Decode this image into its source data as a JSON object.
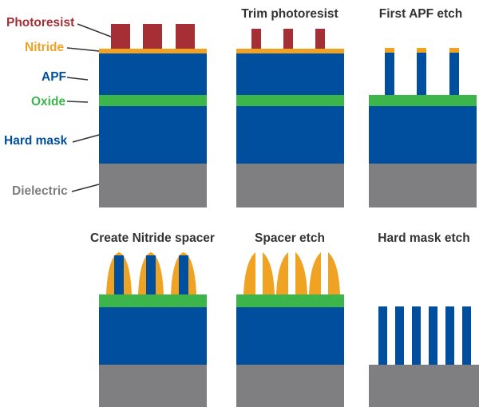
{
  "colors": {
    "photoresist": "#a62f36",
    "nitride": "#f0a223",
    "apf": "#004f9f",
    "oxide": "#3cb54b",
    "hard_mask": "#004f9f",
    "dielectric": "#7f7f81",
    "title_text": "#333333"
  },
  "layer_labels": {
    "photoresist": "Photoresist",
    "nitride": "Nitride",
    "apf": "APF",
    "oxide": "Oxide",
    "hard_mask": "Hard mask",
    "dielectric": "Dielectric"
  },
  "panels": {
    "initial_stack": {
      "title": ""
    },
    "trim_photoresist": {
      "title": "Trim photoresist"
    },
    "first_apf_etch": {
      "title": "First APF etch"
    },
    "create_nitride_spacer": {
      "title": "Create Nitride spacer"
    },
    "spacer_etch": {
      "title": "Spacer etch"
    },
    "hard_mask_etch": {
      "title": "Hard mask etch"
    }
  }
}
